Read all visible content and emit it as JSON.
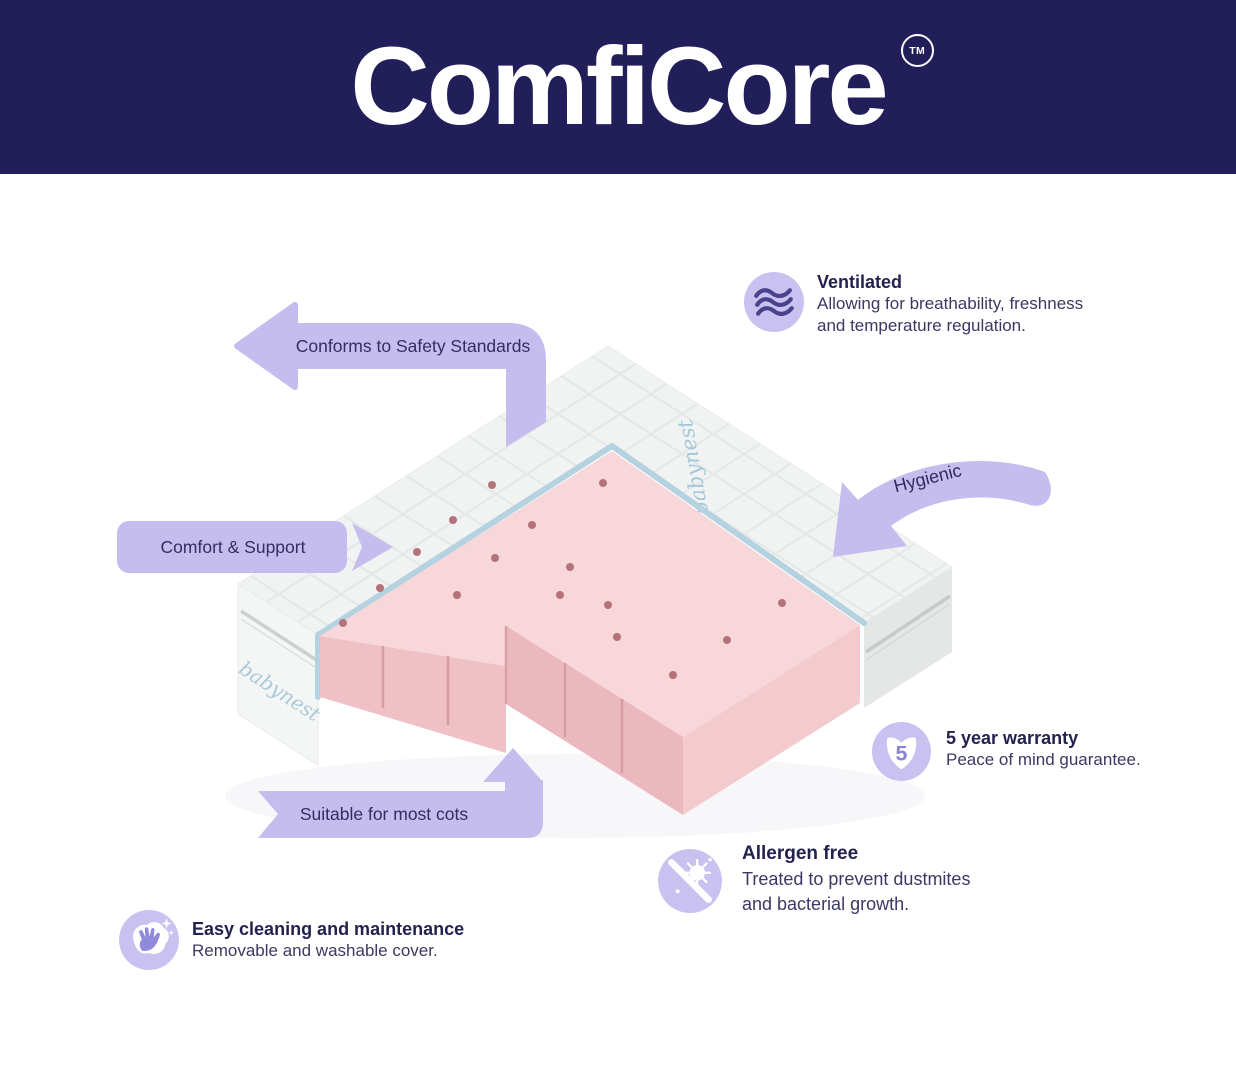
{
  "header": {
    "brand": "ComfiCore",
    "trademark": "TM",
    "bg_color": "#211e5a",
    "text_color": "#ffffff"
  },
  "illustration": {
    "brand_script": "babynest",
    "colors": {
      "cover_top": "#f1f3f2",
      "quilt_line": "#e4e8e7",
      "side_left": "#f4f6f5",
      "side_right": "#e4e7e6",
      "trim_blue": "#b5d2e1",
      "foam_top": "#f7d7d9",
      "foam_front_left": "#efc0c5",
      "foam_front_mid": "#ecb8bf",
      "foam_front_right": "#f3cacd",
      "vent_hole": "#b4737b"
    }
  },
  "arrows": {
    "accent": "#c5bdee",
    "label_color": "#332d66",
    "safety": {
      "label": "Conforms to Safety Standards"
    },
    "comfort": {
      "label": "Comfort & Support"
    },
    "hygienic": {
      "label": "Hygienic"
    },
    "cots": {
      "label": "Suitable for most cots"
    }
  },
  "features": {
    "icon_bg": "#c9c2f0",
    "icon_fg": "#4a428c",
    "ventilated": {
      "icon": "airflow-waves-icon",
      "title": "Ventilated",
      "desc1": "Allowing for breathability, freshness",
      "desc2": "and temperature regulation."
    },
    "warranty": {
      "icon": "shield-5-badge-icon",
      "badge": "5",
      "title": "5 year warranty",
      "desc1": "Peace of mind guarantee."
    },
    "allergen": {
      "icon": "no-allergens-icon",
      "title": "Allergen free",
      "desc1": "Treated to prevent dustmites",
      "desc2": "and bacterial growth."
    },
    "cleaning": {
      "icon": "wipe-clean-hand-icon",
      "title": "Easy cleaning and maintenance",
      "desc1": "Removable and washable cover."
    }
  }
}
